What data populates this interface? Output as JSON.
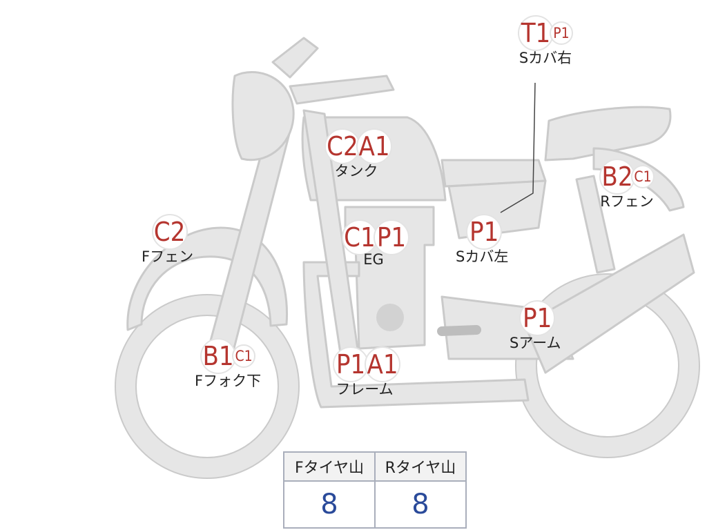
{
  "callouts": [
    {
      "id": "s-cover-right",
      "codes": [
        {
          "text": "T1",
          "size": "big"
        },
        {
          "text": "P1",
          "size": "small"
        }
      ],
      "label": "Sカバ右"
    },
    {
      "id": "tank",
      "codes": [
        {
          "text": "C2",
          "size": "big"
        },
        {
          "text": "A1",
          "size": "big"
        }
      ],
      "label": "タンク"
    },
    {
      "id": "rear-fender",
      "codes": [
        {
          "text": "B2",
          "size": "big"
        },
        {
          "text": "C1",
          "size": "small"
        }
      ],
      "label": "Rフェン"
    },
    {
      "id": "front-fender",
      "codes": [
        {
          "text": "C2",
          "size": "big"
        }
      ],
      "label": "Fフェン"
    },
    {
      "id": "engine",
      "codes": [
        {
          "text": "C1",
          "size": "big"
        },
        {
          "text": "P1",
          "size": "big"
        }
      ],
      "label": "EG"
    },
    {
      "id": "s-cover-left",
      "codes": [
        {
          "text": "P1",
          "size": "big"
        }
      ],
      "label": "Sカバ左"
    },
    {
      "id": "swing-arm",
      "codes": [
        {
          "text": "P1",
          "size": "big"
        }
      ],
      "label": "Sアーム"
    },
    {
      "id": "front-fork-lower",
      "codes": [
        {
          "text": "B1",
          "size": "big"
        },
        {
          "text": "C1",
          "size": "small"
        }
      ],
      "label": "Fフォク下"
    },
    {
      "id": "frame",
      "codes": [
        {
          "text": "P1",
          "size": "big"
        },
        {
          "text": "A1",
          "size": "big"
        }
      ],
      "label": "フレーム"
    }
  ],
  "tire_table": {
    "headers": [
      "Fタイヤ山",
      "Rタイヤ山"
    ],
    "values": [
      "8",
      "8"
    ]
  },
  "colors": {
    "body_fill": "#e6e6e6",
    "body_stroke": "#c9c9c9",
    "code_text": "#b5352f",
    "value_text": "#2a4a9a"
  }
}
